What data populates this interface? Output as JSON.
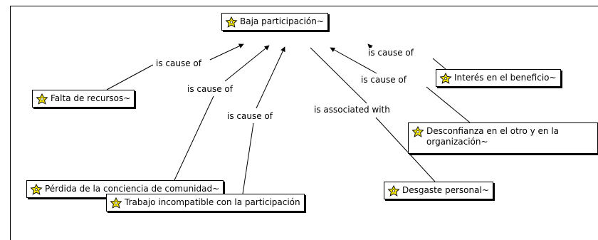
{
  "nodes": {
    "baja": "Baja participación~",
    "falta": "Falta de recursos~",
    "perdida": "Pérdida de la conciencia de comunidad~",
    "trabajo": "Trabajo incompatible con la participación",
    "interes": "Interés en el beneficio~",
    "desconfianza": "Desconfianza en el otro y en la organización~",
    "desgaste": "Desgaste personal~"
  },
  "links": {
    "falta_baja": "is cause of",
    "perdida_baja": "is cause of",
    "trabajo_baja": "is cause of",
    "interes_baja": "is cause of",
    "desconfianza_baja": "is cause of",
    "baja_desgaste": "is associated with"
  },
  "colors": {
    "icon_fill": "#f5e600",
    "line": "#000000"
  },
  "icon_name": "concept-star-icon"
}
